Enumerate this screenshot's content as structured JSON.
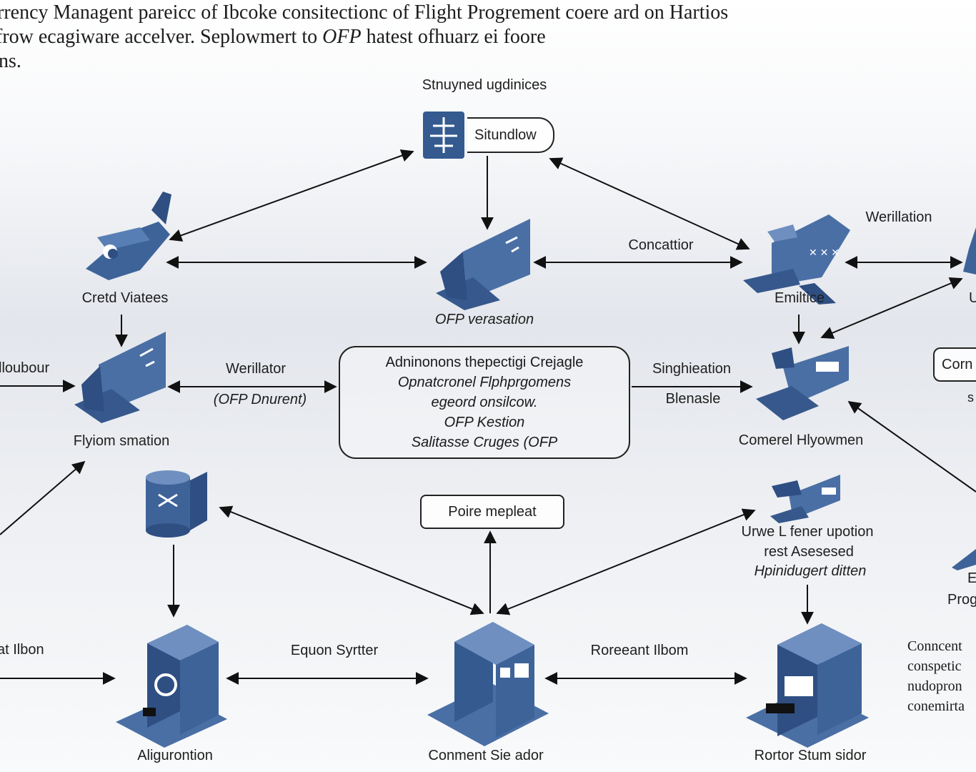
{
  "header": {
    "line1": "rrency Managent pareicc of Ibcoke consitectionc of Flight Progrement  coere ard  on Hartios",
    "line2_a": "frow ecagiware accelver. Seplowmert to ",
    "line2_em": "OFP",
    "line2_b": " hatest ofhuarz  ei foore",
    "line3": "ns."
  },
  "labels": {
    "top_caption": "Stnuyned ugdinices",
    "top_box": "Situndlow",
    "cred_viates": "Cretd Viatees",
    "ofp_versation": "OFP verasation",
    "concattior": "Concattior",
    "werillation_top": "Werillation",
    "emilitice": "Emiltice",
    "right_top_cut": "U",
    "lloubour": "lloubour",
    "werillator": "Werillator",
    "ofp_dnurent": "(OFP Dnurent)",
    "singhieation": "Singhieation",
    "blenasle": "Blenasle",
    "conn_box": "Corn",
    "conn_sub": "s",
    "flyiom": "Flyiom smation",
    "comerel": "Comerel Hlyowmen",
    "poire": "Poire mepleat",
    "uwe1": "Urwe L fener upotion",
    "uwe2": "rest Asesesed",
    "uwe3": "Hpinidugert ditten",
    "right_e": "E",
    "right_prog": "Prog",
    "at_ilbon": "at Ilbon",
    "equon": "Equon Syrtter",
    "roreeant": "Roreeant  Ilbom",
    "aligurontion": "Aligurontion",
    "conment": "Conment Sie ador",
    "rortor": "Rortor Stum sidor",
    "side1": "Conncent",
    "side2": "conspetic",
    "side3": "nudopron",
    "side4": "conemirta"
  },
  "center_box": [
    "Adninonons thepectigi Crejagle",
    "Opnatcronel Flphprgomens",
    "egeord onsilcow.",
    "OFP Kestion",
    "Salitasse Cruges (OFP"
  ],
  "colors": {
    "icon_dark": "#2f4f82",
    "icon_mid": "#4a6fa5",
    "icon_light": "#6f8fc0",
    "arrow": "#111111"
  },
  "icons": [
    "airplane-icon",
    "server-icon",
    "building-icon",
    "database-icon",
    "route-icon"
  ]
}
